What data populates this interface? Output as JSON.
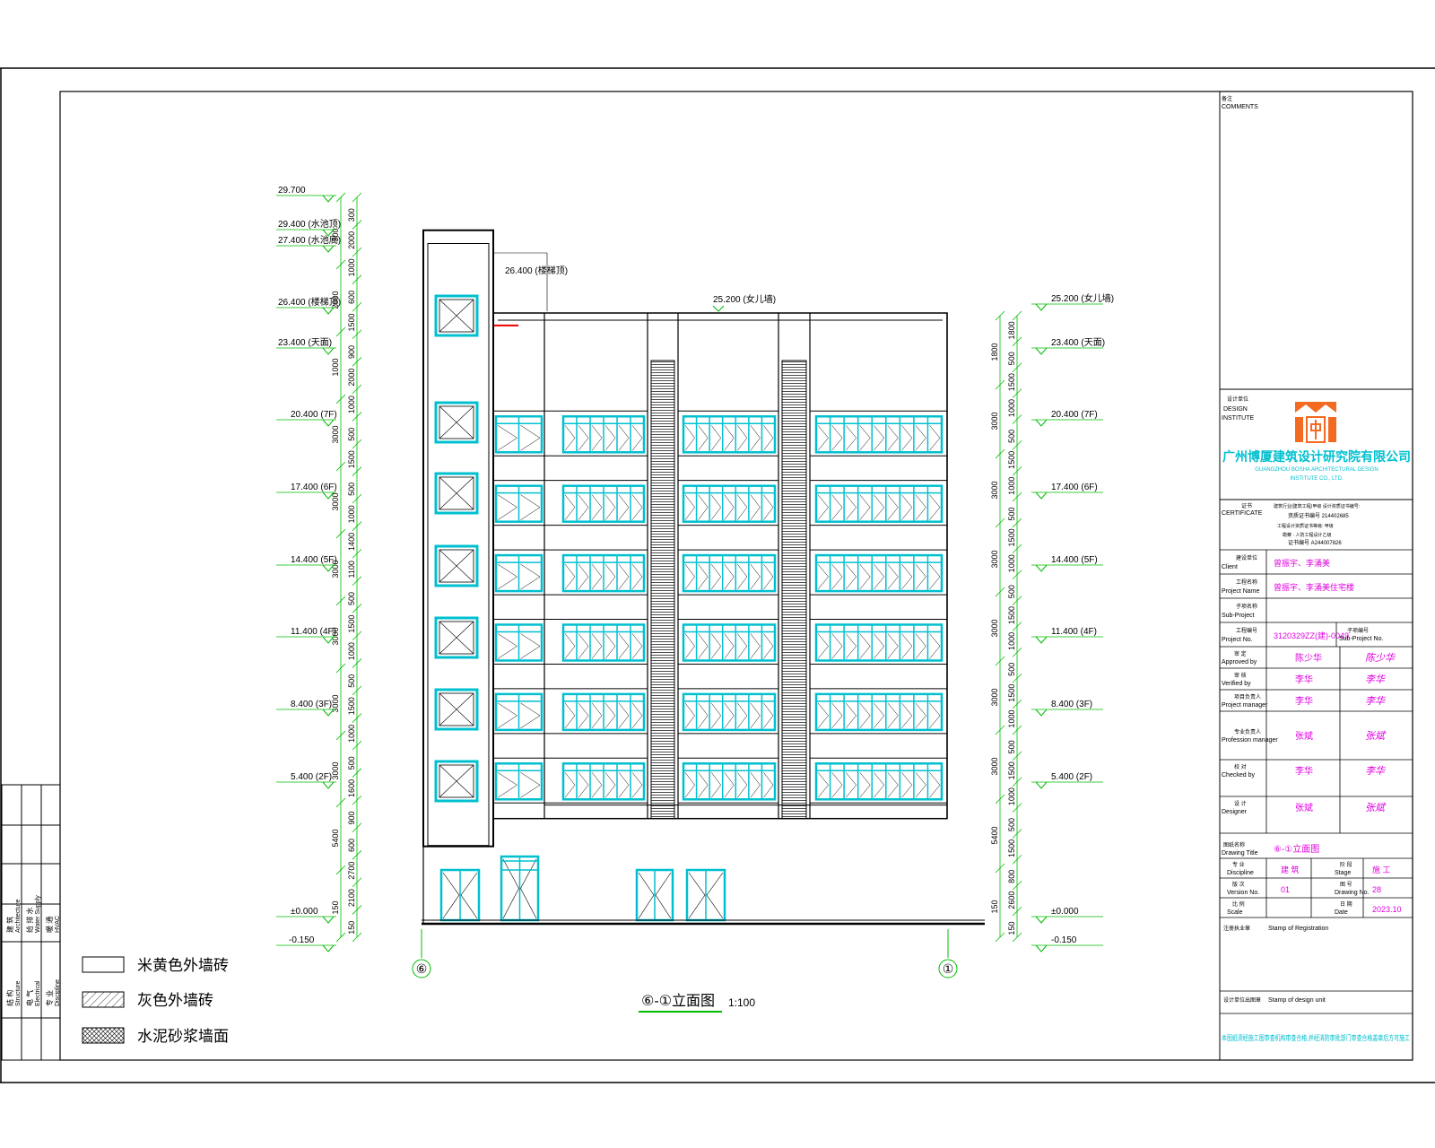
{
  "colors": {
    "line": "#000000",
    "green": "#00bb00",
    "cyan": "#00c0d0",
    "magenta": "#e000e0",
    "red": "#ee0000",
    "orange": "#f36a22"
  },
  "drawing": {
    "caption": "⑥-①立面图",
    "scale_label": "1:100",
    "axis_left": "⑥",
    "axis_right": "①"
  },
  "left_elevations": [
    {
      "label": "29.700",
      "value": 29.7
    },
    {
      "label": "29.400 (水池顶)",
      "value": 29.4
    },
    {
      "label": "27.400 (水池底)",
      "value": 27.4
    },
    {
      "label": "26.400 (楼梯顶)",
      "value": 26.4
    },
    {
      "label": "23.400 (天面)",
      "value": 23.4
    },
    {
      "label": "20.400 (7F)",
      "value": 20.4
    },
    {
      "label": "17.400 (6F)",
      "value": 17.4
    },
    {
      "label": "14.400 (5F)",
      "value": 14.4
    },
    {
      "label": "11.400 (4F)",
      "value": 11.4
    },
    {
      "label": "8.400 (3F)",
      "value": 8.4
    },
    {
      "label": "5.400 (2F)",
      "value": 5.4
    },
    {
      "label": "±0.000",
      "value": 0
    },
    {
      "label": "-0.150",
      "value": -0.15
    }
  ],
  "right_elevations": [
    {
      "label": "25.200 (女儿墙)",
      "value": 25.2
    },
    {
      "label": "23.400 (天面)",
      "value": 23.4
    },
    {
      "label": "20.400 (7F)",
      "value": 20.4
    },
    {
      "label": "17.400 (6F)",
      "value": 17.4
    },
    {
      "label": "14.400 (5F)",
      "value": 14.4
    },
    {
      "label": "11.400 (4F)",
      "value": 11.4
    },
    {
      "label": "8.400 (3F)",
      "value": 8.4
    },
    {
      "label": "5.400 (2F)",
      "value": 5.4
    },
    {
      "label": "±0.000",
      "value": 0
    },
    {
      "label": "-0.150",
      "value": -0.15
    }
  ],
  "annotations": {
    "stair_top": "26.400 (楼梯顶)",
    "parapet": "25.200 (女儿墙)"
  },
  "left_dims_inner": [
    "300",
    "2000",
    "1000",
    "600",
    "1500",
    "900",
    "2000",
    "1000",
    "500",
    "1500",
    "500",
    "1000",
    "1400",
    "1100",
    "500",
    "1500",
    "1000",
    "500",
    "1500",
    "1000",
    "500",
    "1600",
    "900",
    "600",
    "2700",
    "2100",
    "150"
  ],
  "left_dims_outer": [
    "300",
    "2000",
    "1000",
    "3000",
    "3000",
    "3000",
    "3000",
    "3000",
    "3000",
    "5400",
    "150"
  ],
  "right_dims_inner": [
    "1800",
    "500",
    "1500",
    "1000",
    "500",
    "1500",
    "1000",
    "500",
    "1500",
    "1000",
    "500",
    "1500",
    "1000",
    "500",
    "1500",
    "1000",
    "500",
    "1500",
    "1000",
    "500",
    "1500",
    "800",
    "2600",
    "150"
  ],
  "right_dims_outer": [
    "1800",
    "3000",
    "3000",
    "3000",
    "3000",
    "3000",
    "3000",
    "5400",
    "150"
  ],
  "legend": [
    {
      "label": "米黄色外墙砖",
      "pattern": "blank"
    },
    {
      "label": "灰色外墙砖",
      "pattern": "hatch"
    },
    {
      "label": "水泥砂浆墙面",
      "pattern": "cross"
    }
  ],
  "left_strip": {
    "col1": [
      "建 筑",
      "Architecture",
      "结 构",
      "Structure"
    ],
    "col2": [
      "给 排 水",
      "Water Supply",
      "电 气",
      "Electrical"
    ],
    "col3": [
      "暖 通",
      "HVAC",
      "专 业",
      "Discipline"
    ]
  },
  "title_block": {
    "comments_cn": "备注",
    "comments_en": "COMMENTS",
    "institute_cn": "设计单位",
    "institute_en1": "DESIGN",
    "institute_en2": "INSTITUTE",
    "company_cn": "广州博厦建筑设计研究院有限公司",
    "company_en1": "GUANGZHOU BOSHA ARCHITECTURAL DESIGN",
    "company_en2": "INSTITUTE CO., LTD.",
    "certificate_cn": "证书",
    "certificate_en": "CERTIFICATE",
    "cert_line1": "建筑行业(建筑工程)甲级 设计资质证书编号:",
    "cert_line2": "资质证书编号  214402685",
    "cert_line3": "工程设计资质证书等级: 甲级",
    "cert_line4": "勘察 · 人防工程设计乙级",
    "cert_line5": "证书编号  A244007826",
    "rows": [
      {
        "cn": "建设单位",
        "en": "Client",
        "value": "曾振宇、李涌美"
      },
      {
        "cn": "工程名称",
        "en": "Project Name",
        "value": "曾振宇、李涌美住宅楼"
      },
      {
        "cn": "子项名称",
        "en": "Sub-Project",
        "value": ""
      },
      {
        "cn": "工程编号",
        "en": "Project No.",
        "value": "3120329ZZ(建)-0049"
      }
    ],
    "subproject_no_cn": "子项编号",
    "subproject_no_en": "Sub-Project No.",
    "signers": [
      {
        "cn": "审 定",
        "en": "Approved by",
        "name": "陈少华",
        "sign": "陈少华"
      },
      {
        "cn": "审 核",
        "en": "Verified by",
        "name": "李华",
        "sign": "李华"
      },
      {
        "cn": "项目负责人",
        "en": "Project manager",
        "name": "李华",
        "sign": "李华"
      },
      {
        "cn": "专业负责人",
        "en": "Profession manager",
        "name": "张斌",
        "sign": "张斌"
      },
      {
        "cn": "校 对",
        "en": "Checked by",
        "name": "李华",
        "sign": "李华"
      },
      {
        "cn": "设 计",
        "en": "Designer",
        "name": "张斌",
        "sign": "张斌"
      }
    ],
    "drawing_title_cn": "图纸名称",
    "drawing_title_en": "Drawing Title",
    "drawing_title_value": "⑥-①立面图",
    "discipline_cn": "专 业",
    "discipline_en": "Discipline",
    "discipline_value": "建 筑",
    "stage_cn": "阶 段",
    "stage_en": "Stage",
    "stage_value": "施 工",
    "version_cn": "版 次",
    "version_en": "Version No.",
    "version_value": "01",
    "drawing_no_cn": "图 号",
    "drawing_no_en": "Drawing No.",
    "drawing_no_value": "28",
    "scale_cn": "比 例",
    "scale_en": "Scale",
    "scale_value": "",
    "date_cn": "日 期",
    "date_en": "Date",
    "date_value": "2023.10",
    "reg_stamp_cn": "注册执业章",
    "reg_stamp_en": "Stamp of Registration",
    "unit_stamp_cn": "设计单位出图章",
    "unit_stamp_en": "Stamp of design unit",
    "footer_note": "本图纸须经施工图审查机构审查合格,并经消防审批部门审查合格盖章后方可施工"
  }
}
